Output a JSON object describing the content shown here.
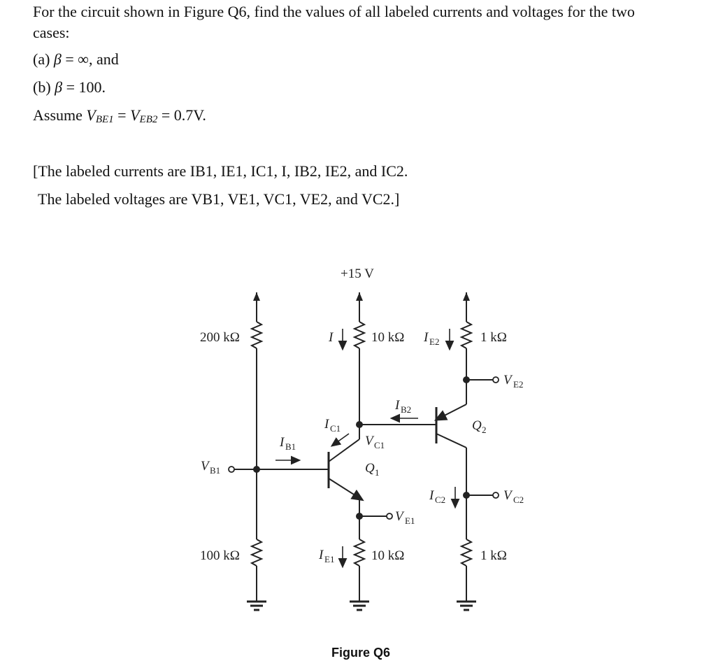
{
  "problem": {
    "intro_line1": "For the circuit shown in Figure Q6, find the values of all labeled currents and voltages for the two",
    "intro_line2": "cases:",
    "case_a_prefix": "(a) ",
    "case_a_beta": "β",
    "case_a_rest": " = ∞, and",
    "case_b_prefix": "(b) ",
    "case_b_beta": "β",
    "case_b_rest": " = 100.",
    "assume_prefix": "Assume ",
    "vbe1_v": "V",
    "vbe1_sub": "BE1",
    "assume_eq": " = ",
    "veb2_v": "V",
    "veb2_sub": "EB2",
    "assume_value": " = 0.7V."
  },
  "labeled": {
    "currents_prefix": "[The labeled currents are ",
    "currents_items": [
      "IB1",
      "IE1",
      "IC1",
      "I",
      "IB2",
      "IE2",
      "and IC2"
    ],
    "currents_line": "[The labeled currents are IB1, IE1, IC1, I, IB2, IE2, and IC2.",
    "voltages_line": "The labeled voltages are VB1, VE1, VC1, VE2, and VC2.]"
  },
  "circuit": {
    "supply": "+15 V",
    "r_top_left": "200 kΩ",
    "r_bottom_left": "100 kΩ",
    "r_collector1": "10 kΩ",
    "r_emitter1": "10 kΩ",
    "r_emitter2": "1 kΩ",
    "r_collector2": "1 kΩ",
    "label_I": "I",
    "label_IE2": "I",
    "label_IE2_sub": "E2",
    "label_VE2": "V",
    "label_VE2_sub": "E2",
    "label_IB2": "I",
    "label_IB2_sub": "B2",
    "label_IC1": "I",
    "label_IC1_sub": "C1",
    "label_VC1": "V",
    "label_VC1_sub": "C1",
    "label_Q2": "Q",
    "label_Q2_sub": "2",
    "label_IB1": "I",
    "label_IB1_sub": "B1",
    "label_VB1": "V",
    "label_VB1_sub": "B1",
    "label_Q1": "Q",
    "label_Q1_sub": "1",
    "label_IC2": "I",
    "label_IC2_sub": "C2",
    "label_VC2": "V",
    "label_VC2_sub": "C2",
    "label_VE1": "V",
    "label_VE1_sub": "E1",
    "label_IE1": "I",
    "label_IE1_sub": "E1",
    "figure_caption": "Figure Q6"
  }
}
